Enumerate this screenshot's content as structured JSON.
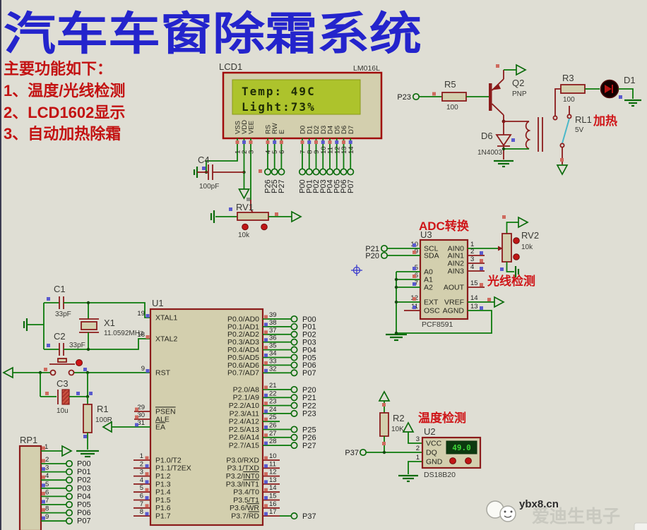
{
  "page": {
    "title": "汽车车窗除霜系统"
  },
  "features": {
    "heading": "主要功能如下：",
    "line1": "1、温度/光线检测",
    "line2": "2、LCD1602显示",
    "line3": "3、自动加热除霜"
  },
  "annotations": {
    "adc": "ADC转换",
    "light": "光线检测",
    "temp": "温度检测",
    "heat": "加热"
  },
  "watermark": {
    "site": "ybx8.cn",
    "brand": "爱迪生电子"
  },
  "colors": {
    "wire_green": "#0b7a0b",
    "component_red": "#8b1b1b",
    "title_blue": "#2424cc",
    "note_red": "#cf1518",
    "lcd_screen": "#adc32c"
  },
  "lcd": {
    "ref": "LCD1",
    "part": "LM016L",
    "line1": "Temp: 49C",
    "line2": "Light:73%",
    "pins_power": [
      {
        "name": "VSS",
        "n": "1"
      },
      {
        "name": "VDD",
        "n": "2"
      },
      {
        "name": "VEE",
        "n": "3"
      }
    ],
    "pins_ctrl": [
      {
        "name": "RS",
        "n": "4",
        "t": "P26"
      },
      {
        "name": "RW",
        "n": "5",
        "t": "P25"
      },
      {
        "name": "E",
        "n": "6",
        "t": "P27"
      }
    ],
    "pins_data": [
      {
        "name": "D0",
        "n": "7",
        "t": "P00"
      },
      {
        "name": "D1",
        "n": "8",
        "t": "P01"
      },
      {
        "name": "D2",
        "n": "9",
        "t": "P02"
      },
      {
        "name": "D3",
        "n": "10",
        "t": "P03"
      },
      {
        "name": "D4",
        "n": "11",
        "t": "P04"
      },
      {
        "name": "D5",
        "n": "12",
        "t": "P05"
      },
      {
        "name": "D6",
        "n": "13",
        "t": "P06"
      },
      {
        "name": "D7",
        "n": "14",
        "t": "P07"
      }
    ]
  },
  "c4": {
    "ref": "C4",
    "value": "100pF"
  },
  "rv1": {
    "ref": "RV1",
    "value": "10k"
  },
  "c1": {
    "ref": "C1",
    "value": "33pF"
  },
  "x1": {
    "ref": "X1",
    "value": "11.0592MHz"
  },
  "c2": {
    "ref": "C2",
    "value": "33pF"
  },
  "c3": {
    "ref": "C3",
    "value": "10u"
  },
  "r1": {
    "ref": "R1",
    "value": "100R"
  },
  "rp1": {
    "ref": "RP1",
    "pin1": "1",
    "pins": [
      {
        "n": "2",
        "t": "P00"
      },
      {
        "n": "3",
        "t": "P01"
      },
      {
        "n": "4",
        "t": "P02"
      },
      {
        "n": "5",
        "t": "P03"
      },
      {
        "n": "6",
        "t": "P04"
      },
      {
        "n": "7",
        "t": "P05"
      },
      {
        "n": "8",
        "t": "P06"
      },
      {
        "n": "9",
        "t": "P07"
      }
    ]
  },
  "u1": {
    "ref": "U1",
    "xtal1": {
      "n": "19",
      "name": "XTAL1"
    },
    "xtal2": {
      "n": "18",
      "name": "XTAL2"
    },
    "rst": {
      "n": "9",
      "name": "RST"
    },
    "psen": {
      "n": "29",
      "name": "PSEN"
    },
    "ale": {
      "n": "30",
      "name": "ALE"
    },
    "ea": {
      "n": "31",
      "name": "EA"
    },
    "p1": [
      {
        "n": "1",
        "name": "P1.0/T2"
      },
      {
        "n": "2",
        "name": "P1.1/T2EX"
      },
      {
        "n": "3",
        "name": "P1.2"
      },
      {
        "n": "4",
        "name": "P1.3"
      },
      {
        "n": "5",
        "name": "P1.4"
      },
      {
        "n": "6",
        "name": "P1.5"
      },
      {
        "n": "7",
        "name": "P1.6"
      },
      {
        "n": "8",
        "name": "P1.7"
      }
    ],
    "p0": [
      {
        "n": "39",
        "name": "P0.0/AD0",
        "t": "P00"
      },
      {
        "n": "38",
        "name": "P0.1/AD1",
        "t": "P01"
      },
      {
        "n": "37",
        "name": "P0.2/AD2",
        "t": "P02"
      },
      {
        "n": "36",
        "name": "P0.3/AD3",
        "t": "P03"
      },
      {
        "n": "35",
        "name": "P0.4/AD4",
        "t": "P04"
      },
      {
        "n": "34",
        "name": "P0.5/AD5",
        "t": "P05"
      },
      {
        "n": "33",
        "name": "P0.6/AD6",
        "t": "P06"
      },
      {
        "n": "32",
        "name": "P0.7/AD7",
        "t": "P07"
      }
    ],
    "p2": [
      {
        "n": "21",
        "name": "P2.0/A8",
        "t": "P20"
      },
      {
        "n": "22",
        "name": "P2.1/A9",
        "t": "P21"
      },
      {
        "n": "23",
        "name": "P2.2/A10",
        "t": "P22"
      },
      {
        "n": "24",
        "name": "P2.3/A11",
        "t": "P23"
      },
      {
        "n": "25",
        "name": "P2.4/A12",
        "t": ""
      },
      {
        "n": "26",
        "name": "P2.5/A13",
        "t": "P25"
      },
      {
        "n": "27",
        "name": "P2.6/A14",
        "t": "P26"
      },
      {
        "n": "28",
        "name": "P2.7/A15",
        "t": "P27"
      }
    ],
    "p3": [
      {
        "n": "10",
        "pre": "P3.0/RXD",
        "bar": "",
        "t": ""
      },
      {
        "n": "11",
        "pre": "P3.1/TXD",
        "bar": "",
        "t": ""
      },
      {
        "n": "12",
        "pre": "P3.2/",
        "bar": "INT0",
        "t": ""
      },
      {
        "n": "13",
        "pre": "P3.3/",
        "bar": "INT1",
        "t": ""
      },
      {
        "n": "14",
        "pre": "P3.4/T0",
        "bar": "",
        "t": ""
      },
      {
        "n": "15",
        "pre": "P3.5/T1",
        "bar": "",
        "t": ""
      },
      {
        "n": "16",
        "pre": "P3.6/",
        "bar": "WR",
        "t": ""
      },
      {
        "n": "17",
        "pre": "P3.7/",
        "bar": "RD",
        "t": "P37"
      }
    ]
  },
  "u3": {
    "ref": "U3",
    "part": "PCF8591",
    "scl": {
      "n": "10",
      "name": "SCL"
    },
    "sda": {
      "n": "9",
      "name": "SDA"
    },
    "a0": {
      "n": "5",
      "name": "A0"
    },
    "a1": {
      "n": "6",
      "name": "A1"
    },
    "a2": {
      "n": "7",
      "name": "A2"
    },
    "ext": {
      "n": "12",
      "name": "EXT"
    },
    "osc": {
      "n": "11",
      "name": "OSC"
    },
    "ain0": {
      "n": "1",
      "name": "AIN0"
    },
    "ain1": {
      "n": "2",
      "name": "AIN1"
    },
    "ain2": {
      "n": "3",
      "name": "AIN2"
    },
    "ain3": {
      "n": "4",
      "name": "AIN3"
    },
    "aout": {
      "n": "15",
      "name": "AOUT"
    },
    "vref": {
      "n": "14",
      "name": "VREF"
    },
    "agnd": {
      "n": "13",
      "name": "AGND"
    },
    "t_p21": "P21",
    "t_p20": "P20"
  },
  "rv2": {
    "ref": "RV2",
    "value": "10k"
  },
  "r5": {
    "ref": "R5",
    "value": "100"
  },
  "q2": {
    "ref": "Q2",
    "type": "PNP"
  },
  "d6": {
    "ref": "D6",
    "part": "1N4003"
  },
  "rl1": {
    "ref": "RL1",
    "value": "5V"
  },
  "r3": {
    "ref": "R3",
    "value": "100"
  },
  "d1": {
    "ref": "D1"
  },
  "r2": {
    "ref": "R2",
    "value": "10K"
  },
  "u2": {
    "ref": "U2",
    "part": "DS18B20",
    "display": "49.0",
    "vcc": {
      "n": "3",
      "name": "VCC"
    },
    "dq": {
      "n": "2",
      "name": "DQ"
    },
    "gnd": {
      "n": "1",
      "name": "GND"
    }
  },
  "terminals": {
    "p23": "P23",
    "p37": "P37"
  }
}
